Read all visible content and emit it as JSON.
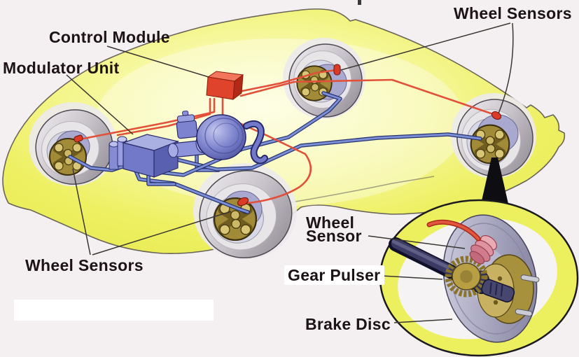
{
  "diagram": {
    "description": "Anti-lock braking system (ABS) cutaway diagram of a car chassis with four wheels, hydraulic components, sensor wiring and a magnified inset of a wheel hub",
    "labels": {
      "control_module": "Control Module",
      "modulator_unit": "Modulator Unit",
      "wheel_sensors_top_right": "Wheel Sensors",
      "wheel_sensors_bottom_left": "Wheel Sensors",
      "inset_wheel_sensor_line1": "Wheel",
      "inset_wheel_sensor_line2": "Sensor",
      "gear_pulser": "Gear Pulser",
      "brake_disc": "Brake Disc"
    },
    "colors": {
      "background": "#f4f0f2",
      "car_body_yellow": "#eef063",
      "control_module_red": "#e0432c",
      "sensor_wire_red": "#e2503a",
      "brake_line_blue": "#7c8ed6",
      "brake_line_outline": "#26336e",
      "hydraulic_component_blue": "#7279c8",
      "caliper_gold": "#a18a38",
      "brake_disc_lavender": "#a9a8cf",
      "inset_ring_yellow": "#edf05e",
      "leader_line": "#3a3632",
      "label_text": "#1d1216"
    }
  }
}
